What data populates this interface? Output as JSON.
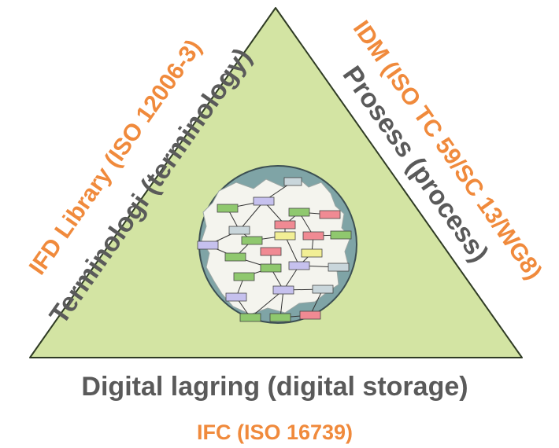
{
  "labels": {
    "left_inner": "Terminologi (terminology)",
    "left_outer": "IFD Library (ISO 12006-3)",
    "right_inner": "Prosess (process)",
    "right_outer": "IDM (ISO TC 59/SC 13/WG8)",
    "bottom_inner": "Digital lagring (digital storage)",
    "bottom_outer": "IFC (ISO 16739)"
  },
  "colors": {
    "triangle_fill": "#d3e4a3",
    "triangle_stroke": "#2f3b24",
    "circle_fill": "#7fa4a6",
    "gray_text": "#5a5a5a",
    "orange_text": "#f08a3c",
    "network_blob": "#f4f4ee",
    "box_green": "#8fc86e",
    "box_red": "#f08a93",
    "box_yellow": "#f2ef95",
    "box_lavender": "#c6c1ee",
    "box_grayblue": "#c9d6db"
  },
  "network": {
    "box_colors": [
      "box_grayblue",
      "box_green",
      "box_lavender",
      "box_green",
      "box_red",
      "box_red",
      "box_red",
      "box_grayblue",
      "box_yellow",
      "box_green",
      "box_lavender",
      "box_green",
      "box_grayblue",
      "box_green",
      "box_yellow",
      "box_lavender",
      "box_red",
      "box_grayblue",
      "box_green",
      "box_lavender",
      "box_green",
      "box_lavender",
      "box_green",
      "box_red",
      "box_green",
      "box_green"
    ]
  }
}
